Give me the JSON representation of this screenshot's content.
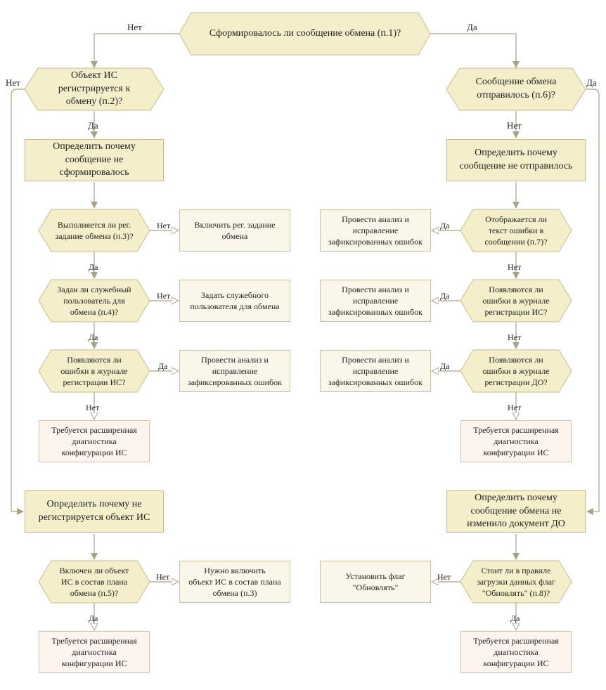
{
  "nodes": {
    "q1": "Сформировалось ли сообщение обмена (п.1)?",
    "q2": "Объект ИС\nрегистрируется к\nобмену (п.2)?",
    "q6": "Сообщение обмена\nотправилось (п.6)?",
    "d1": "Определить почему\nсообщение не сформировалось",
    "d2": "Определить почему\nсообщение не отправилось",
    "q3": "Выполняется ли рег.\nзадание обмена (п.3)?",
    "a3": "Включить рег. задание\nобмена",
    "q4": "Задан ли служебный\nпользователь для\nобмена (п.4)?",
    "a4": "Задать служебного\nпользователя для обмена",
    "qL5": "Появляются ли\nошибки в журнале\nрегистрации ИС?",
    "aL5": "Провести анализ и\nисправление\nзафиксированных ошибок",
    "diag1": "Требуется расширенная\nдиагностика\nконфигурации ИС",
    "q7": "Отображается ли\nтекст ошибки в\nсообщении (п.7)?",
    "a7": "Провести анализ и\nисправление\nзафиксированных ошибок",
    "qR2": "Появляются ли\nошибки в журнале\nрегистрации ИС?",
    "aR2": "Провести анализ и\nисправление\nзафиксированных ошибок",
    "qR3": "Появляются ли\nошибки в журнале\nрегистрации ДО?",
    "aR3": "Провести анализ и\nисправление\nзафиксированных ошибок",
    "diag2": "Требуется расширенная\nдиагностика\nконфигурации ИС",
    "d3": "Определить почему не\nрегистрируется объект ИС",
    "d4": "Определить почему\nсообщение обмена не\nизменило документ ДО",
    "q5": "Включен ли объект\nИС в состав плана\nобмена (п.5)?",
    "a5": "Нужно включить\nобъект ИС в состав плана\nобмена (п.3)",
    "q8": "Стоит ли в правиле\nзагрузки данных флаг\n\"Обновлять\" (п.8)?",
    "a8": "Установить флаг\n\"Обновлять\"",
    "diag3": "Требуется расширенная\nдиагностика\nконфигурации ИС",
    "diag4": "Требуется расширенная\nдиагностика\nконфигурации ИС"
  },
  "labels": {
    "q1_no": "Нет",
    "q1_yes": "Да",
    "q2_no": "Нет",
    "q2_yes": "Да",
    "q6_yes": "Да",
    "q6_no": "Нет",
    "q3_no": "Нет",
    "q3_yes": "Да",
    "q4_no": "Нет",
    "q4_yes": "Да",
    "qL5_yes": "Да",
    "qL5_no": "Нет",
    "q7_yes": "Да",
    "q7_no": "Нет",
    "qR2_yes": "Да",
    "qR2_no": "Нет",
    "qR3_yes": "Да",
    "qR3_no": "Нет",
    "q5_no": "Нет",
    "q5_yes": "Да",
    "q8_no": "Нет",
    "q8_yes": "Да"
  },
  "colors": {
    "hex_fill": "#f5eecb",
    "hex_stroke": "#c6bb8f",
    "connector": "#a9a284"
  }
}
